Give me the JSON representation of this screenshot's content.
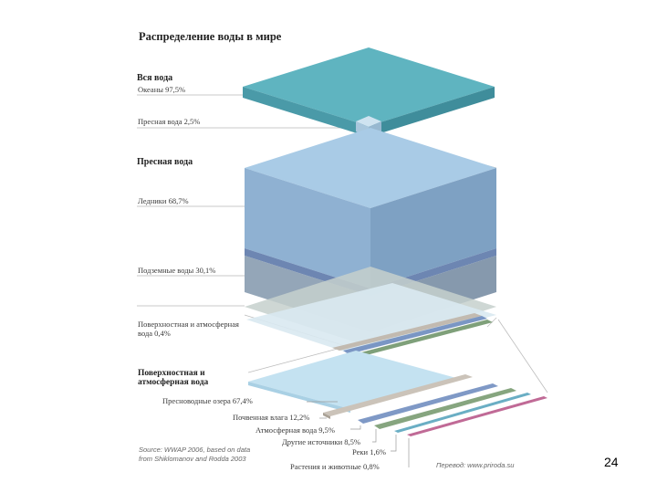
{
  "diagram": {
    "title": "Распределение воды в мире",
    "sections": {
      "all_water": {
        "heading": "Вся вода",
        "oceans": "Океаны 97,5%",
        "fresh": "Пресная вода 2,5%"
      },
      "fresh_water": {
        "heading": "Пресная вода",
        "glaciers": "Ледники 68,7%",
        "groundwater": "Подземные воды 30,1%",
        "surface_atmo": "Поверхностная и атмосферная вода 0,4%"
      },
      "surface_atmo_water": {
        "heading": "Поверхностная и атмосферная вода",
        "lakes": "Пресноводные озера 67,4%",
        "soil": "Почвенная влага 12,2%",
        "atmo": "Атмосферная вода 9,5%",
        "other": "Другие источники 8,5%",
        "rivers": "Реки 1,6%",
        "life": "Растения и животные 0,8%"
      }
    },
    "source": "Source: WWAP 2006, based on data from Shiklomanov and Rodda 2003",
    "translation": "Перевод: www.priroda.su",
    "colors": {
      "ocean": "#5bb0bd",
      "fresh": "#8fb4d2",
      "glacier": "#8aaed0",
      "ground": "#8c9fb3",
      "surface": "#b9c6c3",
      "lake": "#b7d9ea",
      "soil": "#c2bab0",
      "atmo": "#7a96c4",
      "other": "#7fa07a",
      "rivers": "#6aaec4",
      "life": "#c06a96"
    }
  },
  "page_number": "24"
}
